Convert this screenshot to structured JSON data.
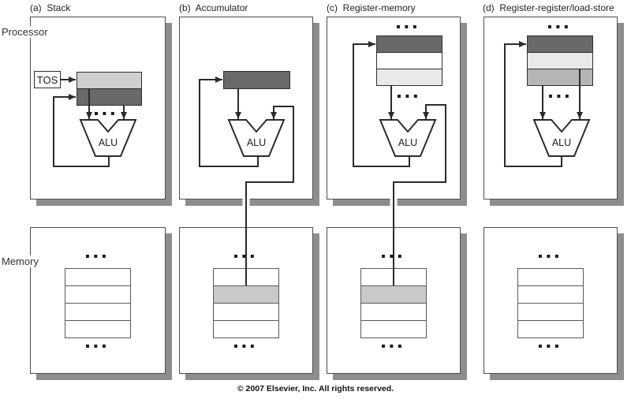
{
  "figure": {
    "labels": {
      "processor": "Processor",
      "memory": "Memory",
      "tos": "TOS",
      "alu": "ALU",
      "ellipsis": "▪▪▪"
    },
    "caption": "© 2007 Elsevier, Inc. All rights reserved.",
    "colors": {
      "wire": "#2b2b2b",
      "box_border": "#4d4d4d",
      "shadow": "#8d8d8d",
      "register_dark": "#696969",
      "register_light": "#cfcfcf",
      "register_lighter": "#e9e9e9",
      "register_medium": "#b5b5b5",
      "memory_highlight": "#c9c9c9"
    },
    "panels": [
      {
        "key": "a",
        "title": "(a)  Stack",
        "register_rows": [
          "#cfcfcf",
          "#696969"
        ],
        "memory_rows": [
          "#ffffff",
          "#ffffff",
          "#ffffff",
          "#ffffff"
        ]
      },
      {
        "key": "b",
        "title": "(b)  Accumulator",
        "register_rows": [
          "#696969"
        ],
        "memory_rows": [
          "#ffffff",
          "#c9c9c9",
          "#ffffff",
          "#ffffff"
        ]
      },
      {
        "key": "c",
        "title": "(c)  Register-memory",
        "register_rows": [
          "#696969",
          "#ffffff",
          "#e9e9e9"
        ],
        "memory_rows": [
          "#ffffff",
          "#c9c9c9",
          "#ffffff",
          "#ffffff"
        ]
      },
      {
        "key": "d",
        "title": "(d)  Register-register/load-store",
        "register_rows": [
          "#696969",
          "#e9e9e9",
          "#b5b5b5"
        ],
        "memory_rows": [
          "#ffffff",
          "#ffffff",
          "#ffffff",
          "#ffffff"
        ]
      }
    ]
  }
}
